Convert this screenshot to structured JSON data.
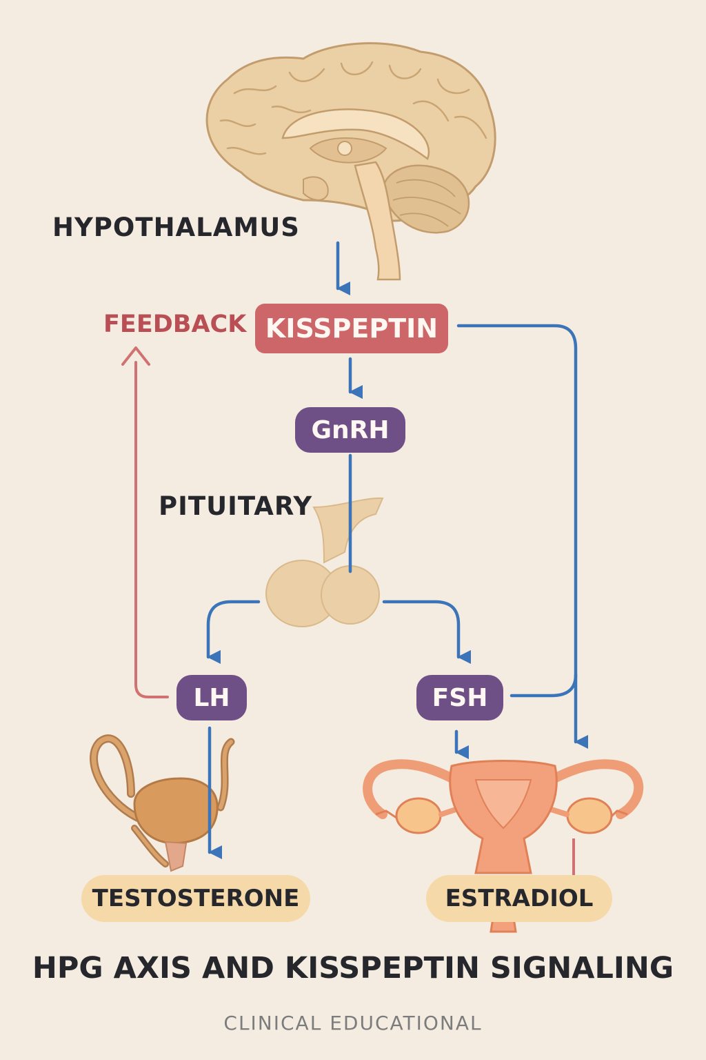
{
  "labels": {
    "hypothalamus": "HYPOTHALAMUS",
    "pituitary": "PITUITARY",
    "feedback": "FEEDBACK"
  },
  "nodes": {
    "kisspeptin": "KISSPEPTIN",
    "gnrh": "GnRH",
    "lh": "LH",
    "fsh": "FSH",
    "testosterone": "TESTOSTERONE",
    "estradiol": "ESTRADIOL"
  },
  "title": "HPG AXIS AND KISSPEPTIN SIGNALING",
  "subtitle": "CLINICAL EDUCATIONAL",
  "colors": {
    "background": "#f4ece1",
    "signal_arrow": "#3b74b8",
    "feedback_arrow": "#d07272",
    "kisspeptin_box": "#cc6668",
    "hormone_box": "#6e4f86",
    "product_box": "#f6d9a8",
    "tissue": "#ebcfa7",
    "uterus": "#ef9d76"
  },
  "icons": [
    "brain-icon",
    "pituitary-gland-icon",
    "male-reproductive-organ-icon",
    "uterus-icon"
  ]
}
